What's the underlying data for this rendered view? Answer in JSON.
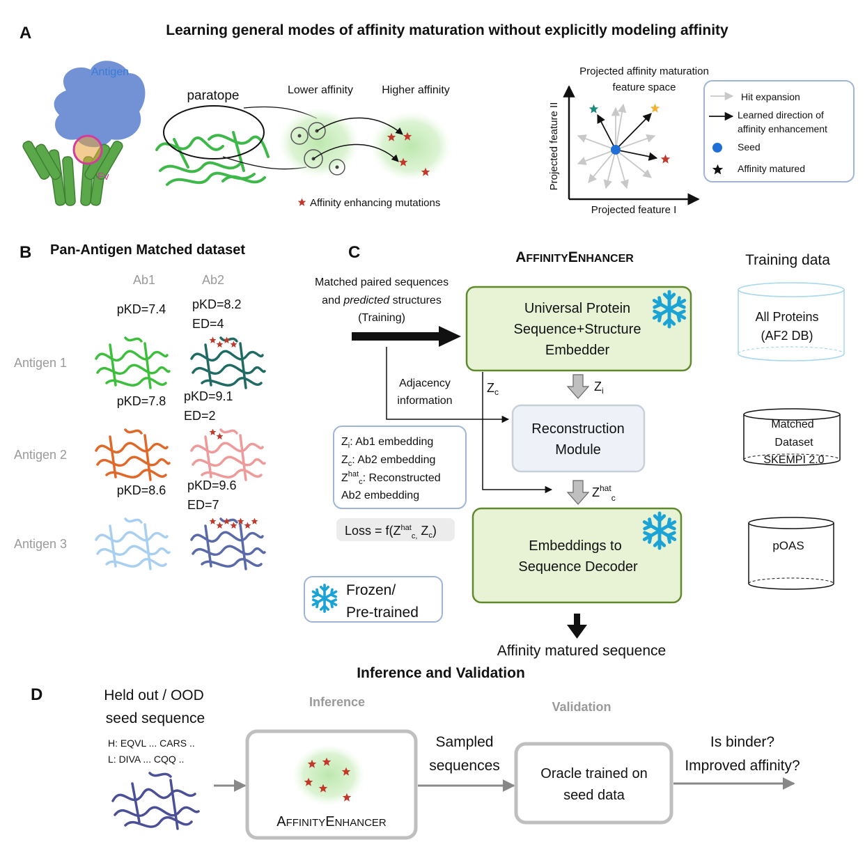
{
  "panelA": {
    "letter": "A",
    "title": "Learning general modes of affinity maturation without explicitly modeling affinity",
    "antigen_label": "Antigen",
    "fv_label": "Fv",
    "paratope_label": "paratope",
    "lower_affinity": "Lower affinity",
    "higher_affinity": "Higher affinity",
    "mutations_legend": "Affinity enhancing mutations",
    "space_title_line1": "Projected affinity maturation",
    "space_title_line2": "feature space",
    "axis_y": "Projected feature II",
    "axis_x": "Projected feature I",
    "legend": {
      "hit_expansion": "Hit expansion",
      "learned_dir_line1": "Learned direction of",
      "learned_dir_line2": "affinity enhancement",
      "seed": "Seed",
      "affinity_matured": "Affinity matured"
    }
  },
  "panelB": {
    "letter": "B",
    "title": "Pan-Antigen Matched dataset",
    "col1": "Ab1",
    "col2": "Ab2",
    "rows": [
      {
        "antigen": "Antigen 1",
        "ab1_pkd": "pKD=7.4",
        "ab2_pkd": "pKD=8.2",
        "ab2_ed": "ED=4"
      },
      {
        "antigen": "Antigen 2",
        "ab1_pkd": "pKD=7.8",
        "ab2_pkd": "pKD=9.1",
        "ab2_ed": "ED=2"
      },
      {
        "antigen": "Antigen 3",
        "ab1_pkd": "pKD=8.6",
        "ab2_pkd": "pKD=9.6",
        "ab2_ed": "ED=7"
      }
    ],
    "colors": {
      "row1_ab1": "#3dbf3d",
      "row1_ab2": "#1f6b63",
      "row2_ab1": "#e0692a",
      "row2_ab2": "#ee9a9a",
      "row3_ab1": "#a9cff0",
      "row3_ab2": "#5a6aa8"
    }
  },
  "panelC": {
    "letter": "C",
    "title_A": "A",
    "title_FFINITY": "FFINITY",
    "title_E": "E",
    "title_NHANCER": "NHANCER",
    "input_line1": "Matched paired sequences",
    "input_line2_pre": "and ",
    "input_line2_italic": "predicted",
    "input_line2_post": " structures",
    "input_line3": "(Training)",
    "embedder_line1": "Universal Protein",
    "embedder_line2": "Sequence+Structure",
    "embedder_line3": "Embedder",
    "adjacency_line1": "Adjacency",
    "adjacency_line2": "information",
    "zc": "Z",
    "zc_sub": "c",
    "zi": "Z",
    "zi_sub": "i",
    "reconstruction_line1": "Reconstruction",
    "reconstruction_line2": "Module",
    "zhat": "Z",
    "zhat_sup": "hat",
    "zhat_sub": "c",
    "defs": {
      "zi_def": ": Ab1  embedding",
      "zc_def": ": Ab2 embedding",
      "zhat_def": ": Reconstructed",
      "zhat_def2": "Ab2  embedding"
    },
    "loss_pre": "Loss = f(Z",
    "loss_sup": "hat",
    "loss_sub": "c,",
    "loss_mid": " Z",
    "loss_sub2": "c",
    "loss_post": ")",
    "decoder_line1": "Embeddings to",
    "decoder_line2": "Sequence Decoder",
    "frozen_line1": "Frozen/",
    "frozen_line2": "Pre-trained",
    "output": "Affinity matured sequence",
    "training_data_title": "Training data",
    "db1_line1": "All Proteins",
    "db1_line2": "(AF2 DB)",
    "db2_line1": "Matched",
    "db2_line2": "Dataset",
    "db2_line3": "SKEMPI 2.0",
    "db3": "pOAS",
    "colors": {
      "box_green": "#e8f3d6",
      "box_green_border": "#5f8a2c",
      "snowflake": "#1ba3d6",
      "recon_fill": "#eef2f8"
    }
  },
  "panelD": {
    "letter": "D",
    "title": "Inference and Validation",
    "seed_line1": "Held out / OOD",
    "seed_line2": "seed sequence",
    "h_seq": "H: EQVL ... CARS ..",
    "l_seq": "L:  DIVA ... CQQ ..",
    "inference_label": "Inference",
    "validation_label": "Validation",
    "enhancer_A": "A",
    "enhancer_FFINITY": "FFINITY",
    "enhancer_E": "E",
    "enhancer_NHANCER": "NHANCER",
    "sampled_line1": "Sampled",
    "sampled_line2": "sequences",
    "oracle_line1": "Oracle trained on",
    "oracle_line2": "seed data",
    "question_line1": "Is binder?",
    "question_line2": "Improved affinity?"
  }
}
